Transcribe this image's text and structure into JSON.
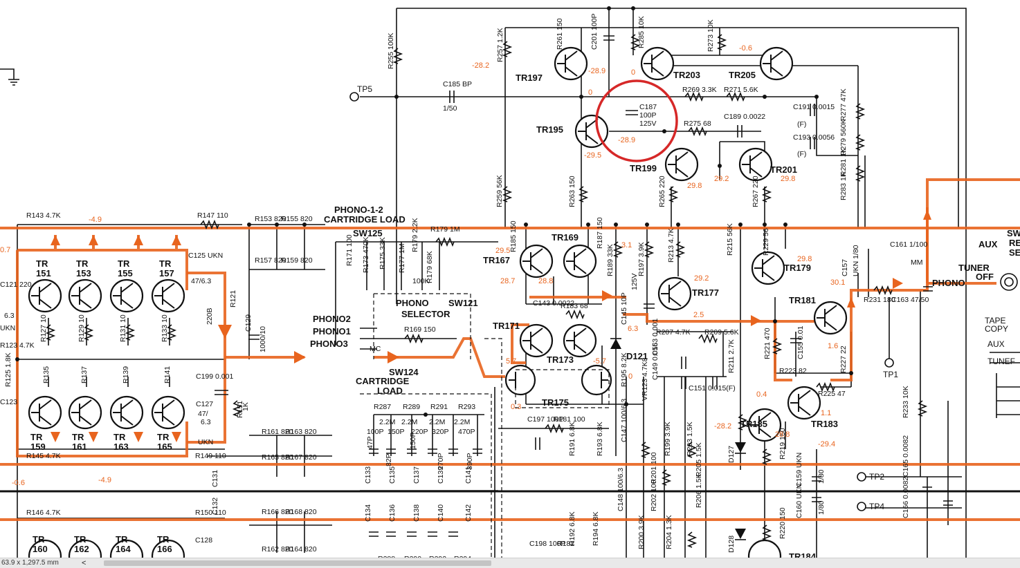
{
  "labels": {
    "tr": [
      "TR 151",
      "TR 153",
      "TR 155",
      "TR 157",
      "TR 159",
      "TR 161",
      "TR 163",
      "TR 165",
      "TR 160",
      "TR 162",
      "TR 164",
      "TR 166",
      "TR195",
      "TR197",
      "TR199",
      "TR201",
      "TR203",
      "TR205",
      "TR167",
      "TR169",
      "TR171",
      "TR173",
      "TR175",
      "TR177",
      "TR179",
      "TR181",
      "TR183",
      "TR185",
      "TR184"
    ],
    "phono_load": [
      "PHONO-1-2",
      "CARTRIDGE LOAD"
    ],
    "phono_selector": [
      "PHONO",
      "SELECTOR"
    ],
    "cartridge_load": [
      "SW124",
      "CARTRIDGE",
      "LOAD"
    ],
    "phono_inputs": [
      "PHONO2",
      "PHONO1",
      "PHONO3",
      "MC"
    ],
    "switches": [
      "SW125",
      "SW121"
    ],
    "tp": [
      "TP5",
      "TP1",
      "TP2",
      "TP4"
    ],
    "right_labels": [
      "AUX",
      "TUNER",
      "TAPE",
      "COPY",
      "AUX",
      "TUNEF",
      "PHONO",
      "OFF",
      "MM",
      "SW",
      "RE",
      "SE"
    ],
    "components_top": [
      "R255 100K",
      "C185 BP",
      "1/50",
      "R257 1.2K",
      "R261 150",
      "C201 100P",
      "R285 10K",
      "R273 10K",
      "C187",
      "100P",
      "125V",
      "R269 3.3K",
      "R271 5.6K",
      "C189 0.0022",
      "R275 68",
      "C191 0.0015",
      "(F)",
      "C193 0.0056",
      "(F)",
      "R277 47K",
      "R279 560K",
      "R281 1K",
      "R283 1K",
      "R259 56K",
      "R263 150",
      "R265 220",
      "R267 220"
    ],
    "components_left": [
      "R143 4.7K",
      "R147 110",
      "R153 820",
      "R155 820",
      "R157 820",
      "R159 820",
      "C125 UKN",
      "47/6.3",
      "R121",
      "220B",
      "C129",
      "1000/10",
      "C121 220",
      "6.3",
      "UKN",
      "R123 4.7K",
      "R125 1.8K",
      "R127 10",
      "R129 10",
      "R131 10",
      "R133 10",
      "R135",
      "R137",
      "R139",
      "R141",
      "C199 0.001",
      "C127",
      "47/",
      "6.3",
      "UKN",
      "R151",
      "1K",
      "R145 4.7K",
      "R149 110",
      "R161 820",
      "R163 820",
      "R165 820",
      "R167 820",
      "C131",
      "C132",
      "R150 110",
      "R146 4.7K",
      "R166 820",
      "R168 820",
      "R162 820",
      "R164 820",
      "C128",
      "C123"
    ],
    "components_mid": [
      "R179 1M",
      "R171 100",
      "R173 470K",
      "R175 33K",
      "R177 1M",
      "R179 2.2K",
      "R179 68K",
      "100K",
      "R169 150",
      "R287",
      "R289",
      "R291",
      "R293",
      "2.2M",
      "2.2M",
      "2.2M",
      "2.2M",
      "100P",
      "150P",
      "220P",
      "320P",
      "470P",
      "47P",
      "82P",
      "150P",
      "270P",
      "390P",
      "C133",
      "C135",
      "C137",
      "C139",
      "C141",
      "C134",
      "C136",
      "C138",
      "C140",
      "C142",
      "R288",
      "R290",
      "R292",
      "R294",
      "C197 100P",
      "R181 100",
      "R183 68",
      "C143 0.0022",
      "R185 150",
      "R187 150",
      "R189 33K",
      "R197 3.9K",
      "R213 4.7K",
      "C145 10P",
      "125V",
      "R207 4.7K",
      "R209 5.6K",
      "R211 2.7K",
      "C153 0.001",
      "C149 0.056",
      "C151 0.015(F)",
      "R195 8.2K",
      "VR123 4.7K8",
      "R191 6.8K",
      "R193 6.8K",
      "C147 100/6.3",
      "R199 3.9K",
      "R203 1.5K",
      "R201 100",
      "R205 1.5K",
      "R206 1.5K",
      "R202 100",
      "R200 3.9K",
      "R204 1.3K",
      "C148 100/6.3",
      "R192 6.8K",
      "R194 6.8K",
      "C198 100P",
      "R182",
      "D121",
      "D127",
      "D128"
    ],
    "components_right": [
      "R215 56K",
      "R229 56",
      "R221 470",
      "C155 0.01",
      "R223 82",
      "R225 47",
      "R227 22",
      "C157",
      "R231 180",
      "C161 1/100",
      "C163 47/50",
      "R233 10K",
      "C165 0.0082",
      "C166 0.0082",
      "R219 150",
      "R220 150",
      "C159 UKN",
      "1/80",
      "C160 UKN",
      "1/80",
      "UKN 1/80"
    ]
  },
  "voltages": [
    "-28.2",
    "-28.9",
    "0",
    "-0.6",
    "0",
    "-29.5",
    "-28.9",
    "29.8",
    "29.2",
    "29.8",
    "-4.9",
    "-4.9",
    "-0.6",
    "0.7",
    "29.5",
    "28.7",
    "28.8",
    "3.1",
    "6.3",
    "29.2",
    "2.5",
    "29.8",
    "30.1",
    "1.6",
    "5.7",
    "-5.7",
    "0.3",
    "0.4",
    "-28.2",
    "28.8",
    "-29.4",
    "1.1",
    "0"
  ],
  "status_bar": {
    "dimensions": "63.9 x 1,297.5 mm",
    "chevron": "<"
  },
  "colors": {
    "signal": "#e8641e",
    "highlight_circle": "#d62828",
    "wire": "#111111",
    "background": "#ffffff"
  }
}
